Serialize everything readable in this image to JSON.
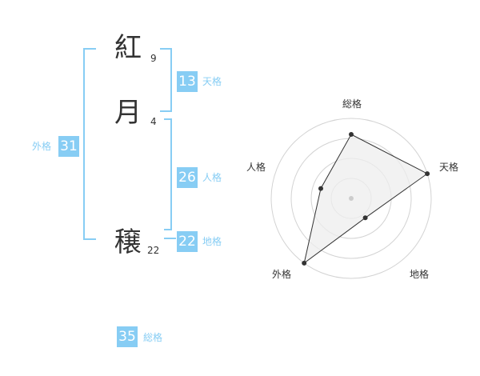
{
  "name": {
    "characters": [
      {
        "char": "紅",
        "strokes": "9"
      },
      {
        "char": "月",
        "strokes": "4"
      },
      {
        "char": "穣",
        "strokes": "22"
      }
    ]
  },
  "kaku": {
    "tenkaku": {
      "value": "13",
      "label": "天格"
    },
    "jinkaku": {
      "value": "26",
      "label": "人格"
    },
    "chikaku": {
      "value": "22",
      "label": "地格"
    },
    "gaikaku": {
      "value": "31",
      "label": "外格"
    },
    "soukaku": {
      "value": "35",
      "label": "総格"
    }
  },
  "radar": {
    "axes": [
      "総格",
      "天格",
      "地格",
      "外格",
      "人格"
    ],
    "levels": 4,
    "values": [
      0.8,
      1.0,
      0.3,
      1.0,
      0.4
    ],
    "colors": {
      "grid": "#d3d3d3",
      "fill": "#eeeeee",
      "stroke": "#333333",
      "point": "#333333",
      "center": "#cccccc"
    }
  },
  "colors": {
    "accent": "#87cdf4",
    "text": "#333333"
  }
}
